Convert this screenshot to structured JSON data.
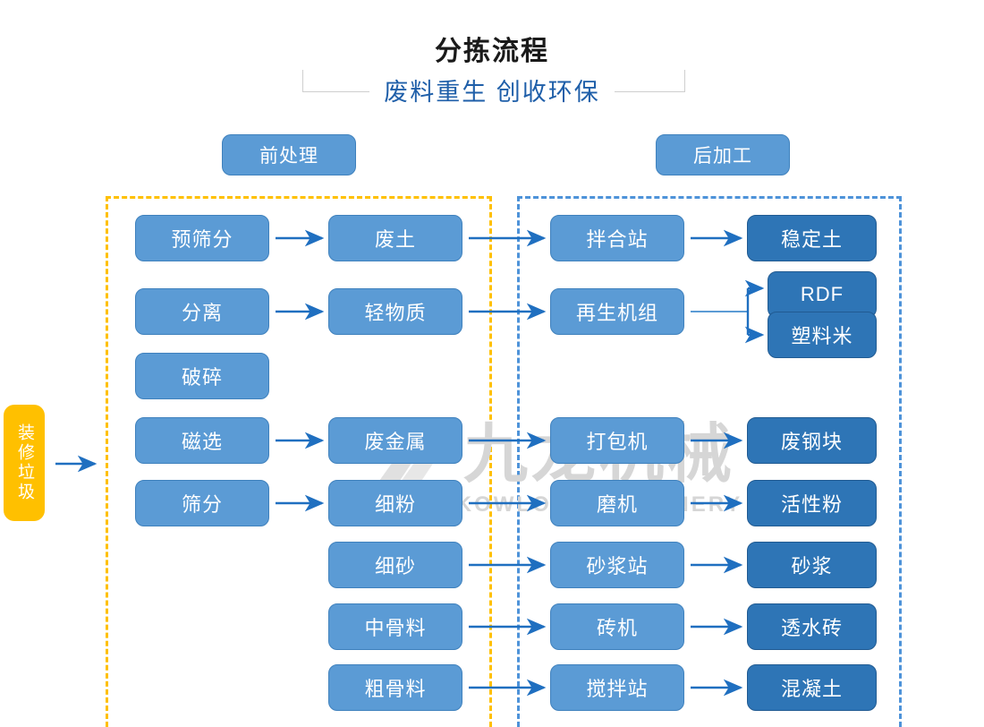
{
  "header": {
    "title": "分拣流程",
    "subtitle": "废料重生 创收环保"
  },
  "sections": {
    "pre_label": "前处理",
    "post_label": "后加工"
  },
  "watermark": {
    "cn": "九龙机械",
    "en": "KOWLOONMACHINERY"
  },
  "feed": {
    "label": "装修垃圾"
  },
  "flow": {
    "col_process_pre": [
      {
        "label": "预筛分"
      },
      {
        "label": "分离"
      },
      {
        "label": "破碎"
      },
      {
        "label": "磁选"
      },
      {
        "label": "筛分"
      }
    ],
    "col_material": [
      {
        "label": "废土"
      },
      {
        "label": "轻物质"
      },
      {
        "label": "废金属"
      },
      {
        "label": "细粉"
      },
      {
        "label": "细砂"
      },
      {
        "label": "中骨料"
      },
      {
        "label": "粗骨料"
      }
    ],
    "col_process_post": [
      {
        "label": "拌合站"
      },
      {
        "label": "再生机组"
      },
      {
        "label": "打包机"
      },
      {
        "label": "磨机"
      },
      {
        "label": "砂浆站"
      },
      {
        "label": "砖机"
      },
      {
        "label": "搅拌站"
      }
    ],
    "col_product": [
      {
        "label": "稳定土"
      },
      {
        "label": "RDF"
      },
      {
        "label": "塑料米"
      },
      {
        "label": "废钢块"
      },
      {
        "label": "活性粉"
      },
      {
        "label": "砂浆"
      },
      {
        "label": "透水砖"
      },
      {
        "label": "混凝土"
      }
    ]
  },
  "colors": {
    "node_light": "#5B9BD5",
    "node_dark": "#2E75B6",
    "feed": "#FFC000",
    "dash_pre": "#FFC000",
    "dash_post": "#4E93D9",
    "arrow": "#1F6FC0",
    "subtitle": "#1F5FA9",
    "watermark": "#D6D6D6"
  }
}
